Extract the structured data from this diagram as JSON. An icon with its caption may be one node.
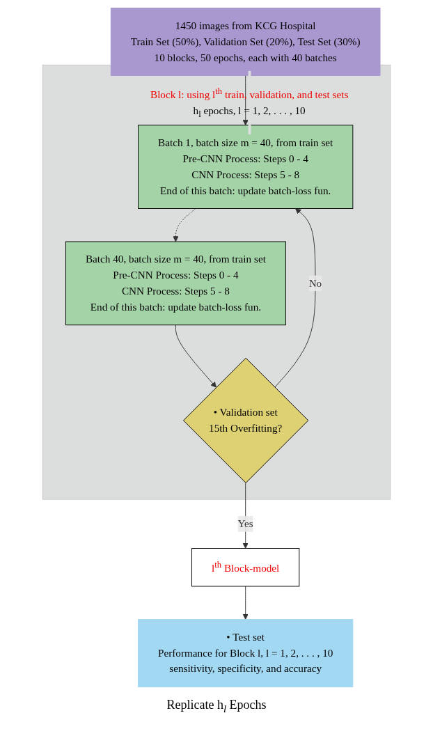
{
  "diagram": {
    "nodes": [
      {
        "text": [
          "1450 images from KCG Hospital",
          "Train Set (50%), Validation Set (20%), Test Set (30%)",
          "10 blocks, 50 epochs, each with 40 batches"
        ]
      },
      {
        "text": [
          "Block l: using l$^{th}$ train, validation, and test sets",
          "h$_{l}$ epochs, l = 1, 2, . . . , 10"
        ]
      },
      {
        "text": [
          "Batch 1, batch size m = 40, from train set",
          "Pre-CNN Process: Steps 0 - 4",
          "CNN Process: Steps 5 - 8",
          "End of this batch: update batch-loss fun."
        ],
        "in": 1
      },
      {
        "text": [
          "Batch 40, batch size m = 40, from train set",
          "Pre-CNN Process: Steps 0 - 4",
          "CNN Process: Steps 5 - 8",
          "End of this batch: update batch-loss fun."
        ],
        "in": 1
      },
      {
        "text": [
          "• Validation set",
          "15th Overfitting?"
        ],
        "in": 1
      },
      {
        "text": [
          "l$^{th}$ Block-model"
        ]
      },
      {
        "text": [
          "• Test set",
          "Performance for Block l, l = 1, 2, . . . , 10",
          "sensitivity, specificity, and accuracy"
        ]
      }
    ],
    "edges": [
      {
        "from": 0,
        "to": 2,
        "arrow": "to"
      },
      {
        "from": 2,
        "to": 3,
        "arrow": "to",
        "style": "dashed"
      },
      {
        "from": 3,
        "to": 4,
        "arrow": "to"
      },
      {
        "from": 4,
        "to": 2,
        "arrow": "to",
        "label": "No"
      },
      {
        "from": 4,
        "to": 5,
        "arrow": "to",
        "label": "Yes"
      },
      {
        "from": 5,
        "to": 6,
        "arrow": "to"
      }
    ],
    "labels": [
      "Replicate h$_{l}$ Epochs"
    ]
  }
}
